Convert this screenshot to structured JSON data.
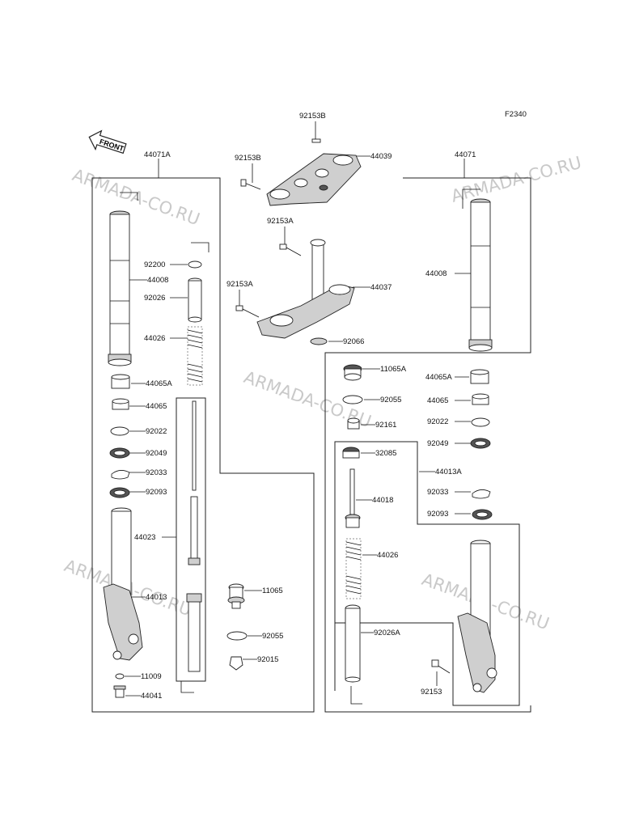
{
  "figure_code": "F2340",
  "front_label": "FRONT",
  "watermark": "ARMADA-CO.RU",
  "parts": {
    "p_44071A": "44071A",
    "p_44071": "44071",
    "p_92153B_a": "92153B",
    "p_92153B_b": "92153B",
    "p_44039": "44039",
    "p_92153A_a": "92153A",
    "p_92153A_b": "92153A",
    "p_44037": "44037",
    "p_92066": "92066",
    "p_92200": "92200",
    "p_44008_l": "44008",
    "p_92026": "92026",
    "p_44026_l": "44026",
    "p_44065A_l": "44065A",
    "p_44065_l": "44065",
    "p_92022_l": "92022",
    "p_92049_l": "92049",
    "p_92033_l": "92033",
    "p_92093_l": "92093",
    "p_44023": "44023",
    "p_44013": "44013",
    "p_11009": "11009",
    "p_44041": "44041",
    "p_11065": "11065",
    "p_92055_c": "92055",
    "p_92015": "92015",
    "p_44008_r": "44008",
    "p_11065A": "11065A",
    "p_92055_r": "92055",
    "p_92161": "92161",
    "p_32085": "32085",
    "p_44018": "44018",
    "p_44026_r": "44026",
    "p_92026A": "92026A",
    "p_44065A_r": "44065A",
    "p_44065_r": "44065",
    "p_92022_r": "92022",
    "p_92049_r": "92049",
    "p_44013A": "44013A",
    "p_92033_r": "92033",
    "p_92093_r": "92093",
    "p_92153": "92153"
  }
}
